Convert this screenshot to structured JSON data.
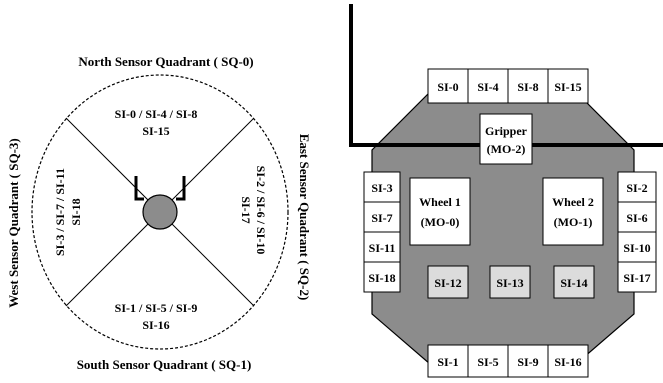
{
  "left_diagram": {
    "quadrants": {
      "north": "North Sensor Quadrant ( SQ-0)",
      "south": "South Sensor Quadrant ( SQ-1)",
      "east": "East Sensor Quadrant ( SQ-2)",
      "west": "West Sensor Quadrant ( SQ-3)"
    },
    "sectors": {
      "north": [
        "SI-0 / SI-4 / SI-8",
        "SI-15"
      ],
      "south": [
        "SI-1 / SI-5 / SI-9",
        "SI-16"
      ],
      "east": [
        "SI-2 / SI-6 / SI-10",
        "SI-17"
      ],
      "west": [
        "SI-3 / SI-7 / SI-11",
        "SI-18"
      ]
    }
  },
  "right_diagram": {
    "top_sensors": [
      "SI-0",
      "SI-4",
      "SI-8",
      "SI-15"
    ],
    "bottom_sensors": [
      "SI-1",
      "SI-5",
      "SI-9",
      "SI-16"
    ],
    "left_sensors": [
      "SI-3",
      "SI-7",
      "SI-11",
      "SI-18"
    ],
    "right_sensors": [
      "SI-2",
      "SI-6",
      "SI-10",
      "SI-17"
    ],
    "gripper": [
      "Gripper",
      "(MO-2)"
    ],
    "wheel1": [
      "Wheel 1",
      "(MO-0)"
    ],
    "wheel2": [
      "Wheel 2",
      "(MO-1)"
    ],
    "inner_sensors": [
      "SI-12",
      "SI-13",
      "SI-14"
    ]
  },
  "colors": {
    "robot_body": "#8c8c8c",
    "inner_sensor_fill": "#dcdcdc",
    "box_fill": "#ffffff",
    "stroke": "#000000"
  }
}
